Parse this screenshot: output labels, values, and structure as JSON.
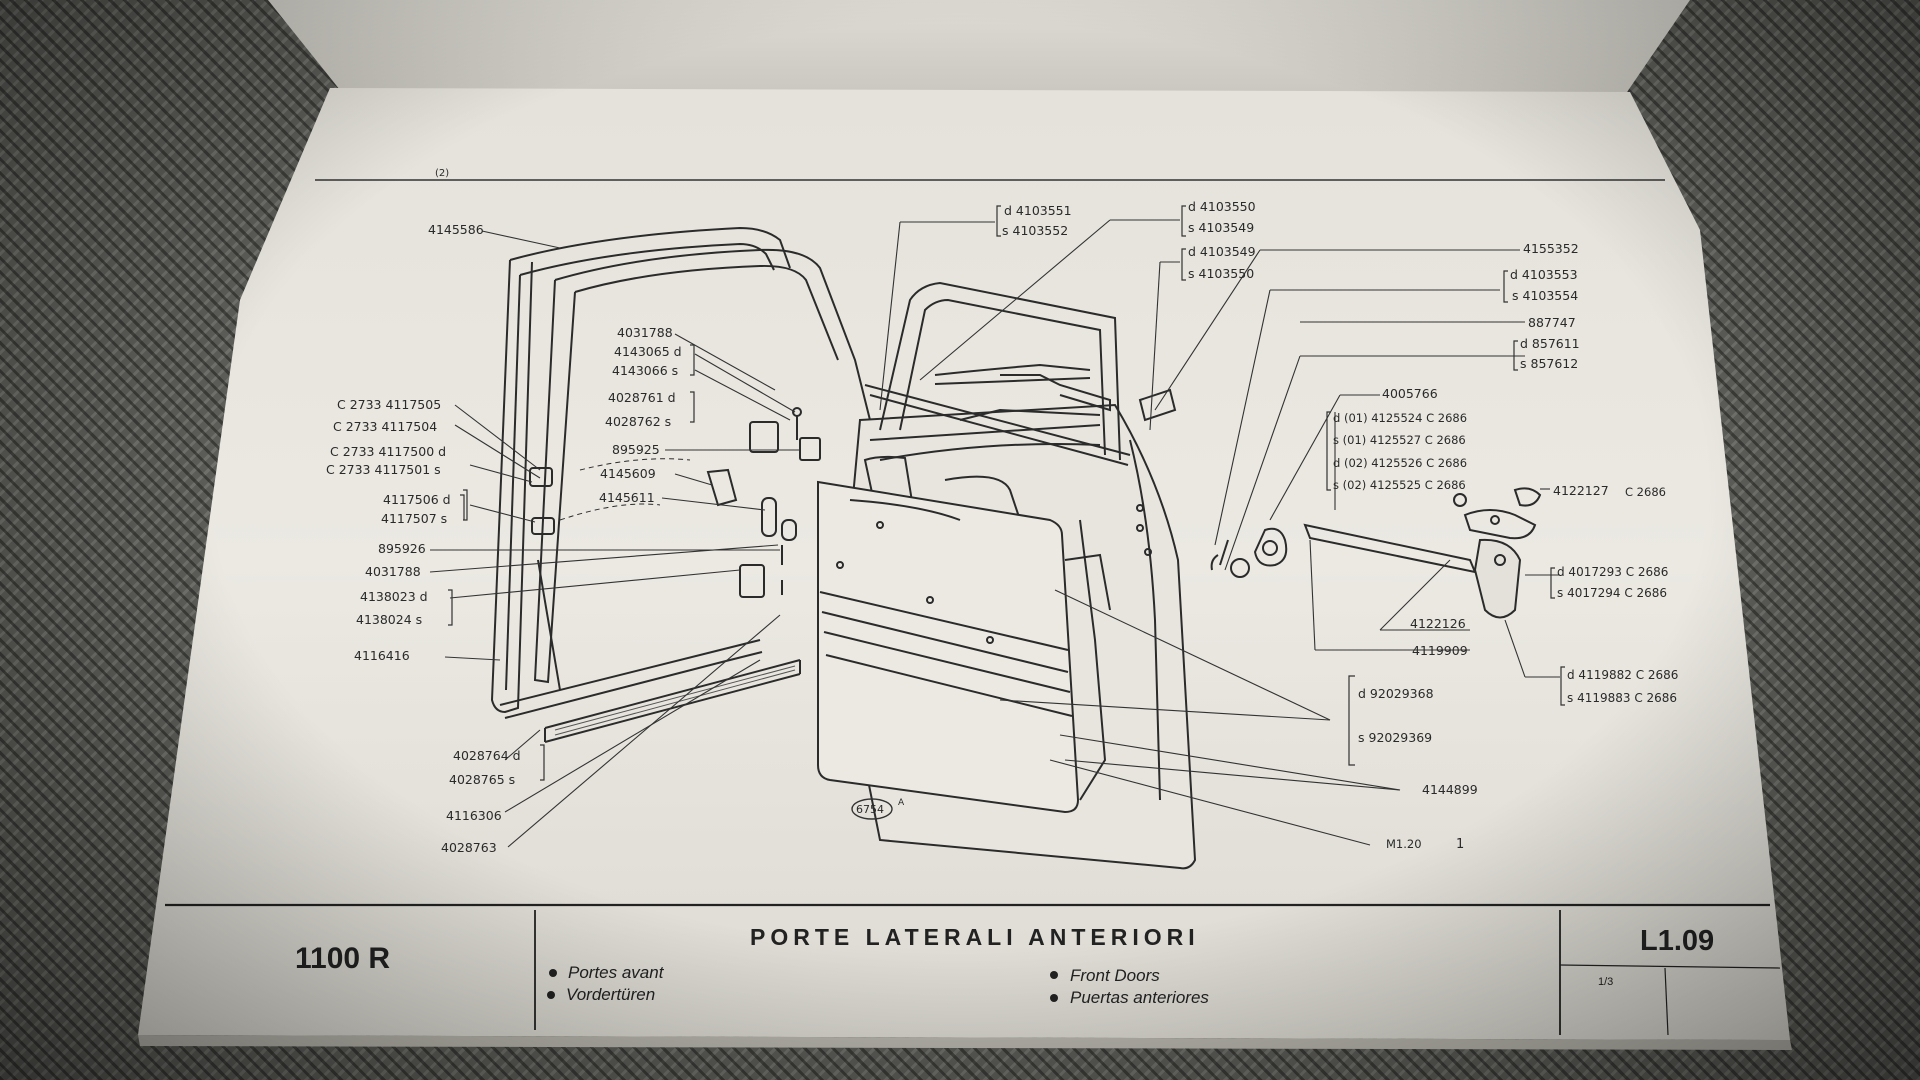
{
  "header_mark": "(2)",
  "figure_ref": "6754",
  "figure_ref_suffix": "A",
  "left_labels": [
    "4145586",
    "C 2733  4117505",
    "C 2733  4117504",
    "C 2733  4117500  d",
    "C 2733  4117501  s",
    "4117506  d",
    "4117507  s",
    "895926",
    "4031788",
    "4138023  d",
    "4138024  s",
    "4116416",
    "4028764  d",
    "4028765  s",
    "4116306",
    "4028763"
  ],
  "mid_labels": [
    "4031788",
    "4143065  d",
    "4143066  s",
    "4028761  d",
    "4028762  s",
    "895925",
    "4145609",
    "4145611"
  ],
  "right_labels": [
    "d 4103551",
    "s 4103552",
    "d 4103550",
    "s 4103549",
    "d 4103549",
    "s 4103550",
    "4155352",
    "d 4103553",
    "s 4103554",
    "887747",
    "d 857611",
    "s 857612",
    "4005766",
    "d  (01)  4125524   C 2686",
    "s  (01)  4125527   C 2686",
    "d  (02)  4125526   C 2686",
    "s  (02)  4125525   C 2686",
    "4122127",
    "C 2686",
    "d 4017293   C 2686",
    "s 4017294   C 2686",
    "4122126",
    "4119909",
    "d 4119882   C 2686",
    "s 4119883   C 2686",
    "d  92029368",
    "s  92029369",
    "4144899",
    "M1.20",
    "1"
  ],
  "title_block": {
    "model": "1100 R",
    "title": "PORTE LATERALI ANTERIORI",
    "code": "L1.09",
    "page": "1/3",
    "translations_left": [
      "Portes avant",
      "Vordertüren"
    ],
    "translations_right": [
      "Front Doors",
      "Puertas anteriores"
    ]
  }
}
